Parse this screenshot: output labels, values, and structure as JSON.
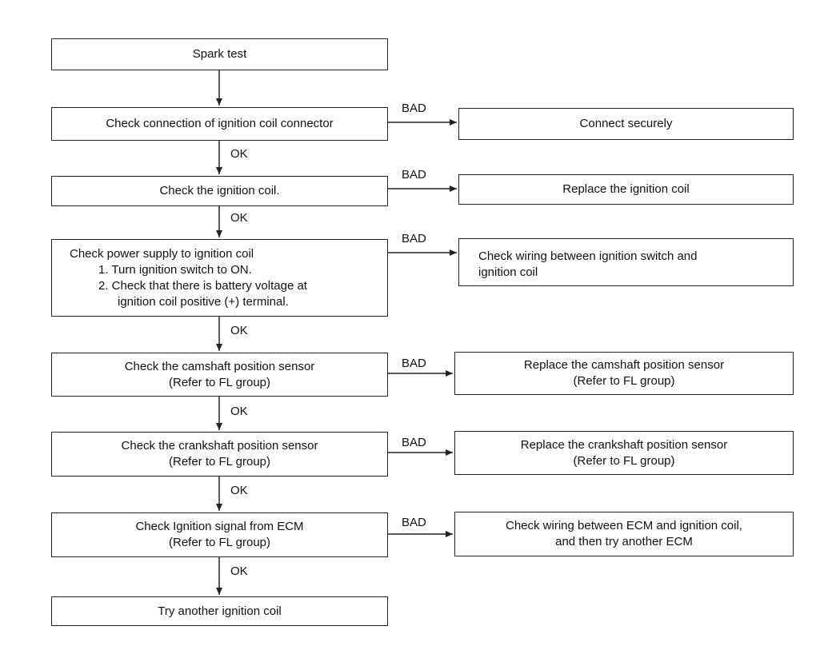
{
  "steps": [
    {
      "lines": [
        "Spark test"
      ]
    },
    {
      "lines": [
        "Check connection of ignition coil connector"
      ]
    },
    {
      "lines": [
        "Check the ignition coil."
      ]
    },
    {
      "lines": [
        "Check power supply to ignition coil",
        "1.  Turn ignition switch to ON.",
        "2.  Check that there is battery voltage at",
        "ignition coil positive (+) terminal."
      ]
    },
    {
      "lines": [
        "Check the camshaft position sensor",
        "(Refer to FL group)"
      ]
    },
    {
      "lines": [
        "Check the crankshaft position sensor",
        "(Refer to FL group)"
      ]
    },
    {
      "lines": [
        "Check Ignition signal from ECM",
        "(Refer to FL group)"
      ]
    },
    {
      "lines": [
        "Try another ignition coil"
      ]
    }
  ],
  "actions": [
    {
      "lines": [
        "Connect securely"
      ]
    },
    {
      "lines": [
        "Replace the ignition coil"
      ]
    },
    {
      "lines": [
        "Check wiring between ignition switch and",
        "ignition coil"
      ]
    },
    {
      "lines": [
        "Replace the camshaft position sensor",
        "(Refer to FL group)"
      ]
    },
    {
      "lines": [
        "Replace the crankshaft position sensor",
        "(Refer to FL group)"
      ]
    },
    {
      "lines": [
        "Check wiring between ECM and ignition coil,",
        "and then try another ECM"
      ]
    }
  ],
  "labels": {
    "ok": "OK",
    "bad": "BAD"
  },
  "colors": {
    "line": "#222222",
    "text": "#111111"
  }
}
